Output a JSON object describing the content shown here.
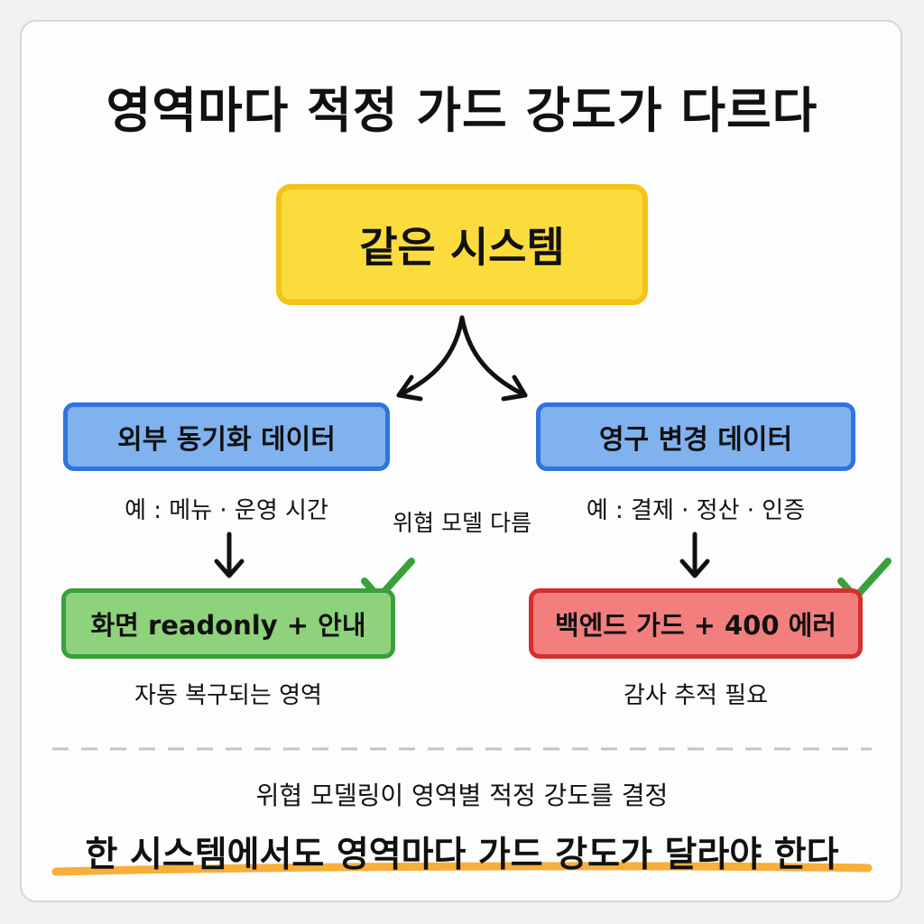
{
  "title": "영역마다 적정 가드 강도가 다르다",
  "root": {
    "label": "같은 시스템"
  },
  "left_branch": {
    "label": "외부 동기화 데이터",
    "example": "예 : 메뉴 · 운영 시간",
    "result": "화면 readonly + 안내",
    "caption": "자동 복구되는 영역"
  },
  "right_branch": {
    "label": "영구 변경 데이터",
    "example": "예 : 결제 · 정산 · 인증",
    "result": "백엔드 가드 + 400 에러",
    "caption": "감사 추적 필요"
  },
  "middle_note": "위협 모델 다름",
  "bottom_note": "위협 모델링이 영역별 적정 강도를 결정",
  "conclusion": "한 시스템에서도 영역마다 가드 강도가 달라야 한다",
  "colors": {
    "yellow_fill": "#fbdc3c",
    "yellow_border": "#f3c316",
    "blue_fill": "#7fb2ef",
    "blue_border": "#2f74e0",
    "green_fill": "#8fd27c",
    "green_border": "#3aa13a",
    "red_fill": "#f37e7e",
    "red_border": "#d32f2f",
    "check": "#3aa13a",
    "highlight": "#f6a623"
  },
  "icons": {
    "checkmarks": [
      "check-icon",
      "check-icon"
    ],
    "arrows": [
      "arrow-down-left-icon",
      "arrow-down-right-icon",
      "arrow-down-icon",
      "arrow-down-icon"
    ]
  }
}
